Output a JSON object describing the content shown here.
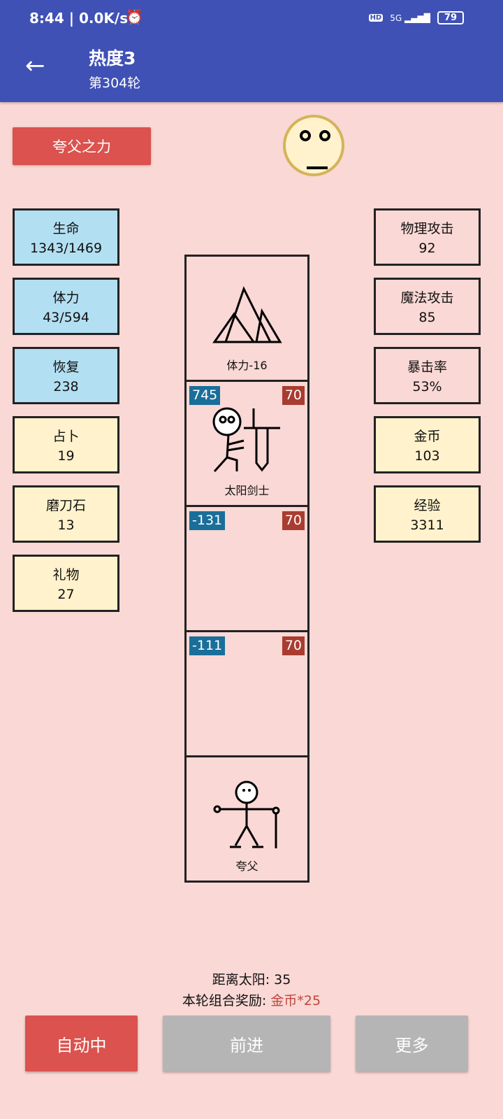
{
  "status": {
    "time": "8:44 | 0.0K/s",
    "alarm_icon": "alarm-icon",
    "hd": "HD",
    "network": "5G",
    "battery": "79"
  },
  "appbar": {
    "title": "热度3",
    "subtitle": "第304轮"
  },
  "power_button": "夸父之力",
  "left_stats": [
    {
      "label": "生命",
      "value": "1343/1469",
      "color": "blue"
    },
    {
      "label": "体力",
      "value": "43/594",
      "color": "blue"
    },
    {
      "label": "恢复",
      "value": "238",
      "color": "blue"
    },
    {
      "label": "占卜",
      "value": "19",
      "color": "yellow"
    },
    {
      "label": "磨刀石",
      "value": "13",
      "color": "yellow"
    },
    {
      "label": "礼物",
      "value": "27",
      "color": "yellow"
    }
  ],
  "right_stats": [
    {
      "label": "物理攻击",
      "value": "92"
    },
    {
      "label": "魔法攻击",
      "value": "85"
    },
    {
      "label": "暴击率",
      "value": "53%"
    },
    {
      "label": "金币",
      "value": "103"
    },
    {
      "label": "经验",
      "value": "3311"
    }
  ],
  "cells": [
    {
      "label": "体力-16"
    },
    {
      "label": "太阳剑士",
      "hp": "745",
      "atk": "70"
    },
    {
      "hp": "-131",
      "atk": "70"
    },
    {
      "hp": "-111",
      "atk": "70"
    },
    {
      "label": "夸父"
    }
  ],
  "info": {
    "distance": "距离太阳: 35",
    "reward_label": "本轮组合奖励: ",
    "reward_value": "金币*25"
  },
  "buttons": {
    "auto": "自动中",
    "forward": "前进",
    "more": "更多"
  },
  "colors": {
    "appbar": "#3F51B5",
    "background": "#F9D8D5",
    "red": "#DB524E",
    "badge_blue": "#1A6E9A",
    "badge_red": "#A93C30"
  }
}
